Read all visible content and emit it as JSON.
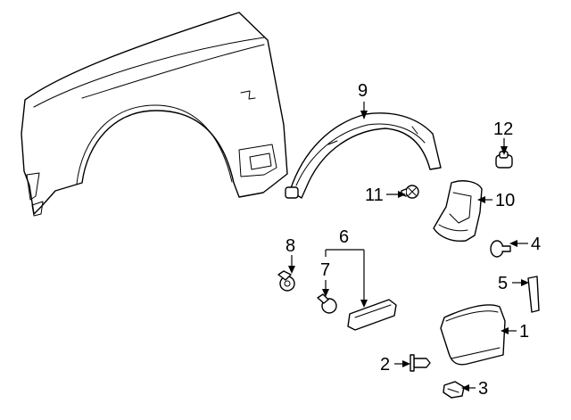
{
  "callouts": [
    {
      "id": "c1",
      "text": "1"
    },
    {
      "id": "c2",
      "text": "2"
    },
    {
      "id": "c3",
      "text": "3"
    },
    {
      "id": "c4",
      "text": "4"
    },
    {
      "id": "c5",
      "text": "5"
    },
    {
      "id": "c6",
      "text": "6"
    },
    {
      "id": "c7",
      "text": "7"
    },
    {
      "id": "c8",
      "text": "8"
    },
    {
      "id": "c9",
      "text": "9"
    },
    {
      "id": "c10",
      "text": "10"
    },
    {
      "id": "c11",
      "text": "11"
    },
    {
      "id": "c12",
      "text": "12"
    }
  ]
}
